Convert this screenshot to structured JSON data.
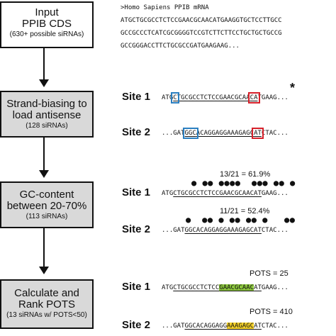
{
  "flow": {
    "box1": {
      "main1": "Input",
      "main2": "PPIB CDS",
      "sub": "(630+ possible siRNAs)"
    },
    "box2": {
      "main1": "Strand-biasing to",
      "main2": "load antisense",
      "sub": "(128 siRNAs)"
    },
    "box3": {
      "main1": "GC-content",
      "main2": "between 20-70%",
      "sub": "(113 siRNAs)"
    },
    "box4": {
      "main1": "Calculate and",
      "main2": "Rank POTS",
      "sub": "(13 siRNAs w/ POTS<50)"
    }
  },
  "mrna": {
    "header": ">Homo Sapiens PPIB mRNA",
    "line1": "ATGCTGCGCCTCTCCGAACGCAACATGAAGGTGCTCCTTGCC",
    "line2": "GCCGCCCTCATCGCGGGGTCCGTCTTCTTCCTGCTGCTGCCG",
    "line3": "GCCGGGACCTTCTGCGCCGATGAAGAAG..."
  },
  "panel_strand": {
    "site1_label": "Site 1",
    "site1_seq": {
      "a": "ATG",
      "b": "C",
      "c": "TGC",
      "d": "GCCTCTCCGAACGCAA",
      "e": "CA",
      "f": "TGAAG..."
    },
    "site2_label": "Site 2",
    "site2_seq": {
      "a": "...GAT",
      "b": "GGC",
      "c": "ACAGGAGGAAAGAGC",
      "d": "AT",
      "e": "CTAC..."
    },
    "star": "*"
  },
  "panel_gc": {
    "site1_pct": "13/21 = 61.9%",
    "site1_label": "Site 1",
    "site1_seq": {
      "a": "ATG",
      "b": "CTGCGCCTCTCCGAACGCAACAT",
      "c": "GAAG..."
    },
    "site2_pct": "11/21 = 52.4%",
    "site2_label": "Site 2",
    "site2_seq": {
      "a": "...GAT",
      "b": "GGCACAGGAGGAAAGAGCAT",
      "c": "CTAC..."
    }
  },
  "panel_pots": {
    "site1_pots": "POTS = 25",
    "site1_label": "Site 1",
    "site1_seq": {
      "a": "ATG",
      "b": "CTGCGCCTCTCC",
      "c": "GAACGCAAC",
      "d": "AT",
      "e": "GAAG..."
    },
    "site2_pots": "POTS = 410",
    "site2_label": "Site 2",
    "site2_seq": {
      "a": "...GAT",
      "b": "GGCACAGGAGG",
      "c": "AAAGAGC",
      "d": "AT",
      "e": "CTAC..."
    }
  },
  "colors": {
    "blue_box": "#2b7fc0",
    "red_box": "#d6202a",
    "green_hl": "#8cc63e",
    "yellow_hl": "#f5d22a",
    "gray_box": "#d9d9d9"
  }
}
